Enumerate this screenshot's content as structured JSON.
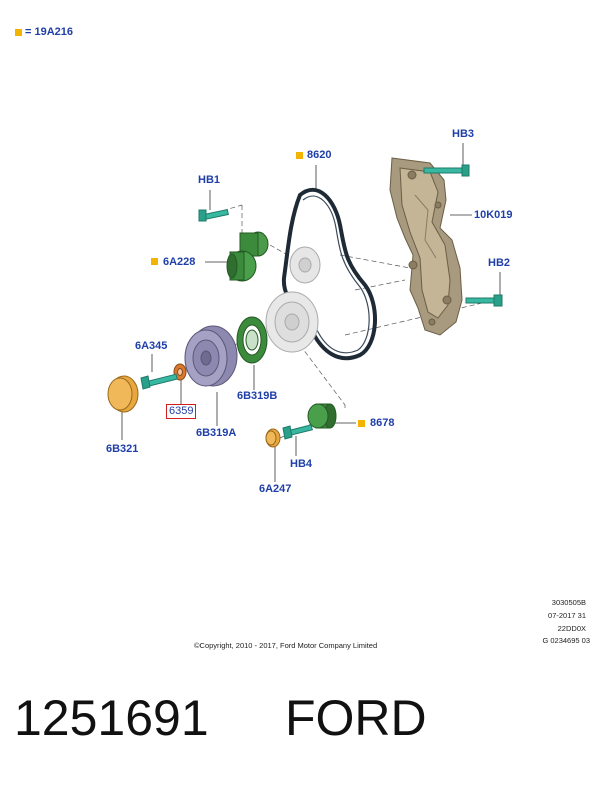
{
  "legend": {
    "marker_color": "#f2b400",
    "equals": "=",
    "code": "19A216"
  },
  "parts": {
    "hb3": "HB3",
    "p8620": "8620",
    "hb1": "HB1",
    "p10k019": "10K019",
    "hb2": "HB2",
    "p6a228": "6A228",
    "p6a345": "6A345",
    "p6359": "6359",
    "p6b319b": "6B319B",
    "p6b321": "6B321",
    "p6b319a": "6B319A",
    "p8678": "8678",
    "hb4": "HB4",
    "p6a247": "6A247"
  },
  "reference": {
    "line1": "3030505B",
    "line2": "07-2017 31",
    "line3": "22DD0X",
    "line4": "G 0234695 03"
  },
  "copyright": "©Copyright, 2010 - 2017, Ford Motor Company Limited",
  "footer": {
    "part_number": "1251691",
    "brand": "FORD"
  },
  "colors": {
    "label": "#1f3fa8",
    "highlight_box": "#d21c1c",
    "green_part": "#3c8a3c",
    "orange_part": "#e8a640",
    "purple_part": "#8c88b0"
  }
}
